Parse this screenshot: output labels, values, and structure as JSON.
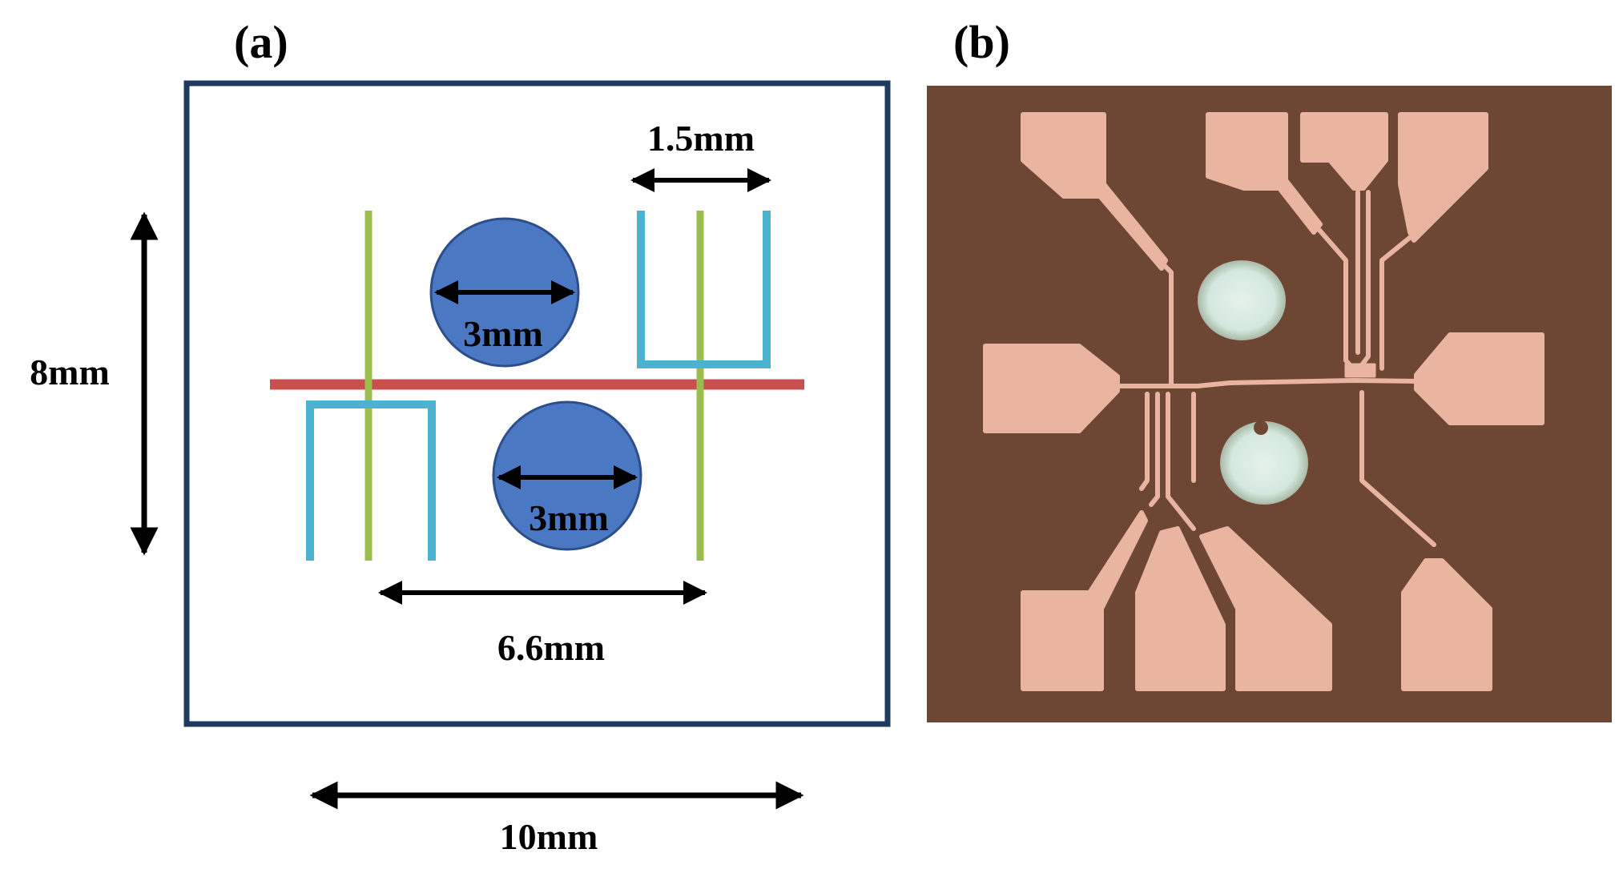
{
  "panel_a": {
    "label": "(a)",
    "dimensions": {
      "height": "8mm",
      "width": "10mm",
      "spacing": "6.6mm",
      "gap": "1.5mm",
      "circle_top": "3mm",
      "circle_bottom": "3mm"
    }
  },
  "panel_b": {
    "label": "(b)"
  },
  "colors": {
    "frame": "#1f3a5f",
    "red_line": "#c94f4f",
    "green_line": "#9bbd4e",
    "cyan_line": "#4bb3cf",
    "circle_fill": "#4a78c2",
    "circle_stroke": "#2c4f8c",
    "photo_bg": "#6e4634",
    "copper": "#e9b4a0",
    "window": "#d9ebe2"
  }
}
